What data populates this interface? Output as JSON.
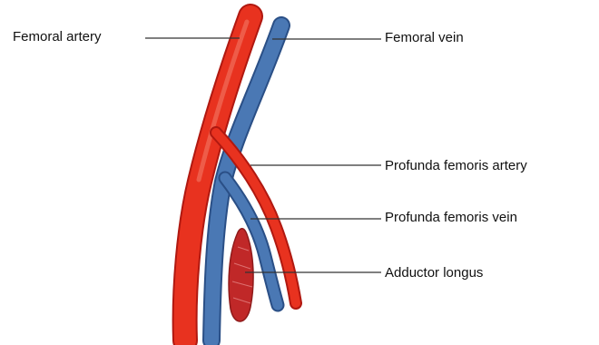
{
  "labels": {
    "femoral_artery": "Femoral artery",
    "femoral_vein": "Femoral vein",
    "profunda_femoris_artery": "Profunda femoris artery",
    "profunda_femoris_vein": "Profunda femoris vein",
    "adductor_longus": "Adductor longus"
  },
  "colors": {
    "artery": "#e8321f",
    "artery_edge": "#b01810",
    "vein": "#4a78b4",
    "vein_edge": "#2a4f86",
    "muscle": "#c02828",
    "leader_line": "#333333",
    "text": "#111111",
    "background": "#ffffff"
  }
}
